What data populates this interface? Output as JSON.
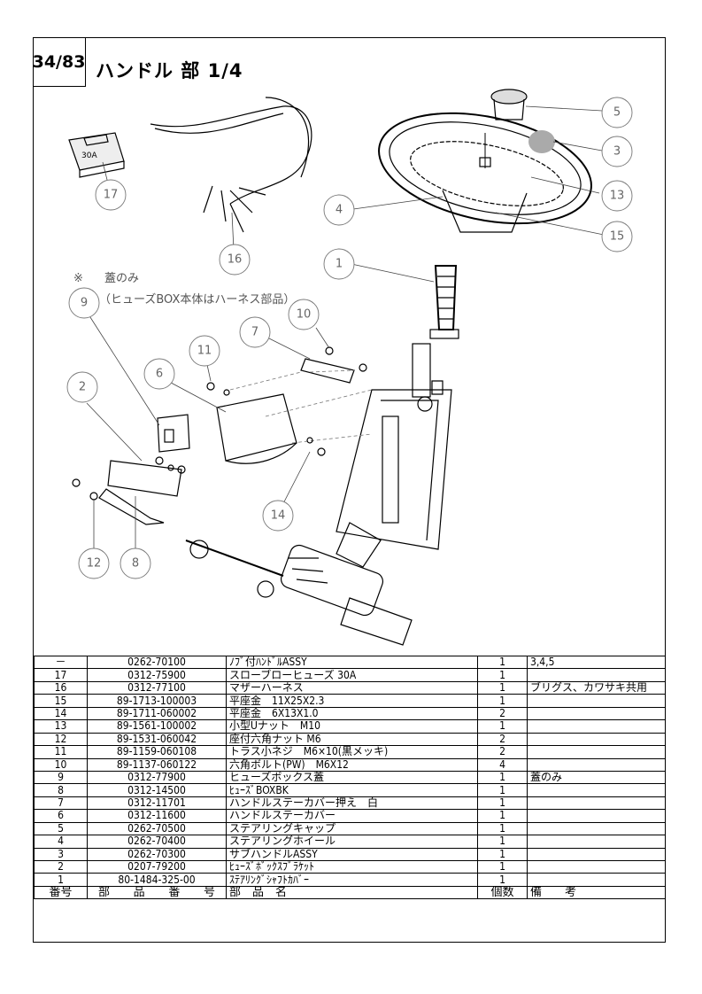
{
  "header": {
    "page_number": "34/83",
    "title": "ハンドル 部 1/4"
  },
  "diagram": {
    "note_line1": "蓋のみ",
    "note_line2": "（ヒューズBOX本体はハーネス部品）",
    "note_marker": "※",
    "fuse_label": "30A",
    "callouts": [
      "5",
      "3",
      "13",
      "15",
      "4",
      "1",
      "17",
      "16",
      "9",
      "10",
      "7",
      "11",
      "6",
      "2",
      "14",
      "12",
      "8"
    ]
  },
  "table": {
    "headers": {
      "no": "番号",
      "part_no": "部　品　番　号",
      "name": "部　品　名",
      "qty": "個数",
      "remarks": "備　　考"
    },
    "rows": [
      {
        "no": "－",
        "part_no": "0262-70100",
        "name": "ﾉﾌﾞ付ﾊﾝﾄﾞﾙASSY",
        "qty": "1",
        "remarks": "3,4,5"
      },
      {
        "no": "17",
        "part_no": "0312-75900",
        "name": "スローブローヒューズ 30A",
        "qty": "1",
        "remarks": ""
      },
      {
        "no": "16",
        "part_no": "0312-77100",
        "name": "マザーハーネス",
        "qty": "1",
        "remarks": "ブリグス、カワサキ共用"
      },
      {
        "no": "15",
        "part_no": "89-1713-100003",
        "name": "平座金　11X25X2.3",
        "qty": "1",
        "remarks": ""
      },
      {
        "no": "14",
        "part_no": "89-1711-060002",
        "name": "平座金　6X13X1.0",
        "qty": "2",
        "remarks": ""
      },
      {
        "no": "13",
        "part_no": "89-1561-100002",
        "name": "小型Uナット　M10",
        "qty": "1",
        "remarks": ""
      },
      {
        "no": "12",
        "part_no": "89-1531-060042",
        "name": "座付六角ナット M6",
        "qty": "2",
        "remarks": ""
      },
      {
        "no": "11",
        "part_no": "89-1159-060108",
        "name": "トラス小ネジ　M6×10(黒メッキ)",
        "qty": "2",
        "remarks": ""
      },
      {
        "no": "10",
        "part_no": "89-1137-060122",
        "name": "六角ボルト(PW)　M6X12",
        "qty": "4",
        "remarks": ""
      },
      {
        "no": "9",
        "part_no": "0312-77900",
        "name": "ヒューズボックス蓋",
        "qty": "1",
        "remarks": "蓋のみ"
      },
      {
        "no": "8",
        "part_no": "0312-14500",
        "name": "ﾋｭｰｽﾞBOXBK",
        "qty": "1",
        "remarks": ""
      },
      {
        "no": "7",
        "part_no": "0312-11701",
        "name": "ハンドルステーカバー押え　白",
        "qty": "1",
        "remarks": ""
      },
      {
        "no": "6",
        "part_no": "0312-11600",
        "name": "ハンドルステーカバー",
        "qty": "1",
        "remarks": ""
      },
      {
        "no": "5",
        "part_no": "0262-70500",
        "name": "ステアリングキャップ",
        "qty": "1",
        "remarks": ""
      },
      {
        "no": "4",
        "part_no": "0262-70400",
        "name": "ステアリングホイール",
        "qty": "1",
        "remarks": ""
      },
      {
        "no": "3",
        "part_no": "0262-70300",
        "name": "サブハンドルASSY",
        "qty": "1",
        "remarks": ""
      },
      {
        "no": "2",
        "part_no": "0207-79200",
        "name": "ﾋｭｰｽﾞﾎﾞｯｸｽﾌﾞﾗｹｯﾄ",
        "qty": "1",
        "remarks": ""
      },
      {
        "no": "1",
        "part_no": "80-1484-325-00",
        "name": "ｽﾃｱﾘﾝｸﾞｼｬﾌﾄｶﾊﾞｰ",
        "qty": "1",
        "remarks": ""
      }
    ]
  }
}
